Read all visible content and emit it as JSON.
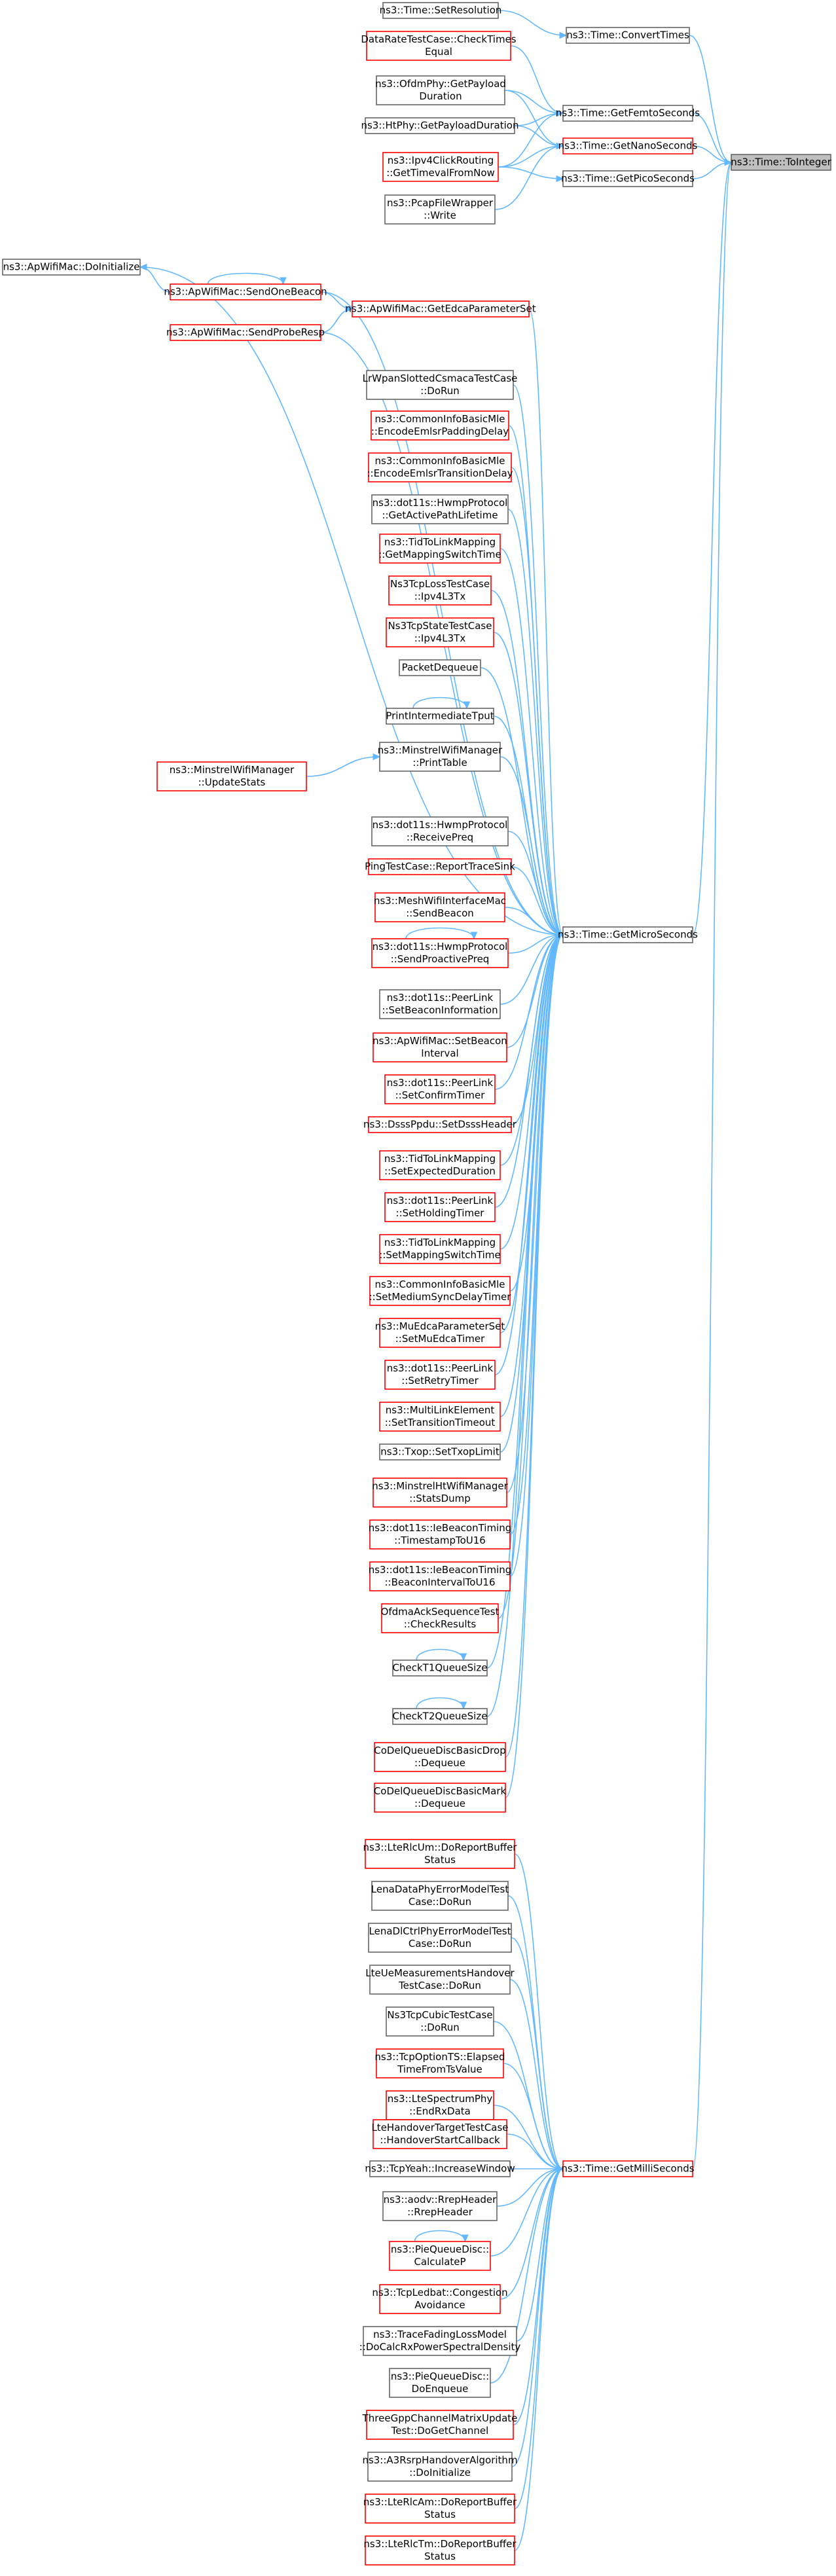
{
  "graph": {
    "nodes": [
      {
        "id": "toInteger",
        "lines": [
          "ns3::Time::ToInteger"
        ],
        "border": "target"
      },
      {
        "id": "convertTimes",
        "lines": [
          "ns3::Time::ConvertTimes"
        ],
        "border": "black"
      },
      {
        "id": "getFemto",
        "lines": [
          "ns3::Time::GetFemtoSeconds"
        ],
        "border": "black"
      },
      {
        "id": "getNano",
        "lines": [
          "ns3::Time::GetNanoSeconds"
        ],
        "border": "red"
      },
      {
        "id": "getPico",
        "lines": [
          "ns3::Time::GetPicoSeconds"
        ],
        "border": "black"
      },
      {
        "id": "getMicro",
        "lines": [
          "ns3::Time::GetMicroSeconds"
        ],
        "border": "black"
      },
      {
        "id": "getMilli",
        "lines": [
          "ns3::Time::GetMilliSeconds"
        ],
        "border": "red"
      },
      {
        "id": "setResolution",
        "lines": [
          "ns3::Time::SetResolution"
        ],
        "border": "black"
      },
      {
        "id": "dataRateCheck",
        "lines": [
          "DataRateTestCase::CheckTimes",
          "Equal"
        ],
        "border": "red"
      },
      {
        "id": "ofdmPayload",
        "lines": [
          "ns3::OfdmPhy::GetPayload",
          "Duration"
        ],
        "border": "black"
      },
      {
        "id": "htPayload",
        "lines": [
          "ns3::HtPhy::GetPayloadDuration"
        ],
        "border": "black"
      },
      {
        "id": "ipv4Click",
        "lines": [
          "ns3::Ipv4ClickRouting",
          "::GetTimevalFromNow"
        ],
        "border": "red"
      },
      {
        "id": "pcapWrite",
        "lines": [
          "ns3::PcapFileWrapper",
          "::Write"
        ],
        "border": "black"
      },
      {
        "id": "apDoInit",
        "lines": [
          "ns3::ApWifiMac::DoInitialize"
        ],
        "border": "black"
      },
      {
        "id": "apSendBeacon",
        "lines": [
          "ns3::ApWifiMac::SendOneBeacon"
        ],
        "border": "red"
      },
      {
        "id": "apGetEdca",
        "lines": [
          "ns3::ApWifiMac::GetEdcaParameterSet"
        ],
        "border": "red"
      },
      {
        "id": "apProbeResp",
        "lines": [
          "ns3::ApWifiMac::SendProbeResp"
        ],
        "border": "red"
      },
      {
        "id": "lrwpan",
        "lines": [
          "LrWpanSlottedCsmacaTestCase",
          "::DoRun"
        ],
        "border": "black"
      },
      {
        "id": "cimEmlsrPad",
        "lines": [
          "ns3::CommonInfoBasicMle",
          "::EncodeEmlsrPaddingDelay"
        ],
        "border": "red"
      },
      {
        "id": "cimEmlsrTrans",
        "lines": [
          "ns3::CommonInfoBasicMle",
          "::EncodeEmlsrTransitionDelay"
        ],
        "border": "red"
      },
      {
        "id": "hwmpActive",
        "lines": [
          "ns3::dot11s::HwmpProtocol",
          "::GetActivePathLifetime"
        ],
        "border": "black"
      },
      {
        "id": "tidGetMap",
        "lines": [
          "ns3::TidToLinkMapping",
          "::GetMappingSwitchTime"
        ],
        "border": "red"
      },
      {
        "id": "tcpLoss",
        "lines": [
          "Ns3TcpLossTestCase",
          "::Ipv4L3Tx"
        ],
        "border": "red"
      },
      {
        "id": "tcpState",
        "lines": [
          "Ns3TcpStateTestCase",
          "::Ipv4L3Tx"
        ],
        "border": "red"
      },
      {
        "id": "packetDequeue",
        "lines": [
          "PacketDequeue"
        ],
        "border": "black"
      },
      {
        "id": "printTput",
        "lines": [
          "PrintIntermediateTput"
        ],
        "border": "black"
      },
      {
        "id": "minstrelPrint",
        "lines": [
          "ns3::MinstrelWifiManager",
          "::PrintTable"
        ],
        "border": "black"
      },
      {
        "id": "minstrelUpdate",
        "lines": [
          "ns3::MinstrelWifiManager",
          "::UpdateStats"
        ],
        "border": "red"
      },
      {
        "id": "hwmpRecvPreq",
        "lines": [
          "ns3::dot11s::HwmpProtocol",
          "::ReceivePreq"
        ],
        "border": "black"
      },
      {
        "id": "pingReport",
        "lines": [
          "PingTestCase::ReportTraceSink"
        ],
        "border": "red"
      },
      {
        "id": "meshSendBeacon",
        "lines": [
          "ns3::MeshWifiInterfaceMac",
          "::SendBeacon"
        ],
        "border": "red"
      },
      {
        "id": "hwmpProactive",
        "lines": [
          "ns3::dot11s::HwmpProtocol",
          "::SendProactivePreq"
        ],
        "border": "red"
      },
      {
        "id": "peerBeaconInfo",
        "lines": [
          "ns3::dot11s::PeerLink",
          "::SetBeaconInformation"
        ],
        "border": "black"
      },
      {
        "id": "apSetBeaconInt",
        "lines": [
          "ns3::ApWifiMac::SetBeacon",
          "Interval"
        ],
        "border": "red"
      },
      {
        "id": "peerConfirm",
        "lines": [
          "ns3::dot11s::PeerLink",
          "::SetConfirmTimer"
        ],
        "border": "red"
      },
      {
        "id": "dsss",
        "lines": [
          "ns3::DsssPpdu::SetDsssHeader"
        ],
        "border": "red"
      },
      {
        "id": "tidExpected",
        "lines": [
          "ns3::TidToLinkMapping",
          "::SetExpectedDuration"
        ],
        "border": "red"
      },
      {
        "id": "peerHolding",
        "lines": [
          "ns3::dot11s::PeerLink",
          "::SetHoldingTimer"
        ],
        "border": "red"
      },
      {
        "id": "tidSetMap",
        "lines": [
          "ns3::TidToLinkMapping",
          "::SetMappingSwitchTime"
        ],
        "border": "red"
      },
      {
        "id": "cimMedium",
        "lines": [
          "ns3::CommonInfoBasicMle",
          "::SetMediumSyncDelayTimer"
        ],
        "border": "red"
      },
      {
        "id": "muEdca",
        "lines": [
          "ns3::MuEdcaParameterSet",
          "::SetMuEdcaTimer"
        ],
        "border": "red"
      },
      {
        "id": "peerRetry",
        "lines": [
          "ns3::dot11s::PeerLink",
          "::SetRetryTimer"
        ],
        "border": "red"
      },
      {
        "id": "multiLink",
        "lines": [
          "ns3::MultiLinkElement",
          "::SetTransitionTimeout"
        ],
        "border": "red"
      },
      {
        "id": "txop",
        "lines": [
          "ns3::Txop::SetTxopLimit"
        ],
        "border": "black"
      },
      {
        "id": "minstrelHt",
        "lines": [
          "ns3::MinstrelHtWifiManager",
          "::StatsDump"
        ],
        "border": "red"
      },
      {
        "id": "ieTimestamp",
        "lines": [
          "ns3::dot11s::IeBeaconTiming",
          "::TimestampToU16"
        ],
        "border": "red"
      },
      {
        "id": "ieInterval",
        "lines": [
          "ns3::dot11s::IeBeaconTiming",
          "::BeaconIntervalToU16"
        ],
        "border": "red"
      },
      {
        "id": "ofdmaAck",
        "lines": [
          "OfdmaAckSequenceTest",
          "::CheckResults"
        ],
        "border": "red"
      },
      {
        "id": "checkT1",
        "lines": [
          "CheckT1QueueSize"
        ],
        "border": "black"
      },
      {
        "id": "checkT2",
        "lines": [
          "CheckT2QueueSize"
        ],
        "border": "black"
      },
      {
        "id": "codelDrop",
        "lines": [
          "CoDelQueueDiscBasicDrop",
          "::Dequeue"
        ],
        "border": "red"
      },
      {
        "id": "codelMark",
        "lines": [
          "CoDelQueueDiscBasicMark",
          "::Dequeue"
        ],
        "border": "red"
      },
      {
        "id": "lteUm",
        "lines": [
          "ns3::LteRlcUm::DoReportBuffer",
          "Status"
        ],
        "border": "red"
      },
      {
        "id": "lenaData",
        "lines": [
          "LenaDataPhyErrorModelTest",
          "Case::DoRun"
        ],
        "border": "black"
      },
      {
        "id": "lenaDlCtrl",
        "lines": [
          "LenaDlCtrlPhyErrorModelTest",
          "Case::DoRun"
        ],
        "border": "black"
      },
      {
        "id": "lteUeMeas",
        "lines": [
          "LteUeMeasurementsHandover",
          "TestCase::DoRun"
        ],
        "border": "black"
      },
      {
        "id": "tcpCubic",
        "lines": [
          "Ns3TcpCubicTestCase",
          "::DoRun"
        ],
        "border": "black"
      },
      {
        "id": "tcpOptTs",
        "lines": [
          "ns3::TcpOptionTS::Elapsed",
          "TimeFromTsValue"
        ],
        "border": "red"
      },
      {
        "id": "lteSpectrum",
        "lines": [
          "ns3::LteSpectrumPhy",
          "::EndRxData"
        ],
        "border": "red"
      },
      {
        "id": "lteHandover",
        "lines": [
          "LteHandoverTargetTestCase",
          "::HandoverStartCallback"
        ],
        "border": "red"
      },
      {
        "id": "tcpYeah",
        "lines": [
          "ns3::TcpYeah::IncreaseWindow"
        ],
        "border": "black"
      },
      {
        "id": "aodv",
        "lines": [
          "ns3::aodv::RrepHeader",
          "::RrepHeader"
        ],
        "border": "black"
      },
      {
        "id": "pieCalc",
        "lines": [
          "ns3::PieQueueDisc::",
          "CalculateP"
        ],
        "border": "red"
      },
      {
        "id": "tcpLedbat",
        "lines": [
          "ns3::TcpLedbat::Congestion",
          "Avoidance"
        ],
        "border": "red"
      },
      {
        "id": "traceFading",
        "lines": [
          "ns3::TraceFadingLossModel",
          "::DoCalcRxPowerSpectralDensity"
        ],
        "border": "black"
      },
      {
        "id": "pieEnqueue",
        "lines": [
          "ns3::PieQueueDisc::",
          "DoEnqueue"
        ],
        "border": "black"
      },
      {
        "id": "threeGpp",
        "lines": [
          "ThreeGppChannelMatrixUpdate",
          "Test::DoGetChannel"
        ],
        "border": "red"
      },
      {
        "id": "a3Rsrp",
        "lines": [
          "ns3::A3RsrpHandoverAlgorithm",
          "::DoInitialize"
        ],
        "border": "black"
      },
      {
        "id": "lteAm",
        "lines": [
          "ns3::LteRlcAm::DoReportBuffer",
          "Status"
        ],
        "border": "red"
      },
      {
        "id": "lteTm",
        "lines": [
          "ns3::LteRlcTm::DoReportBuffer",
          "Status"
        ],
        "border": "red"
      }
    ]
  }
}
